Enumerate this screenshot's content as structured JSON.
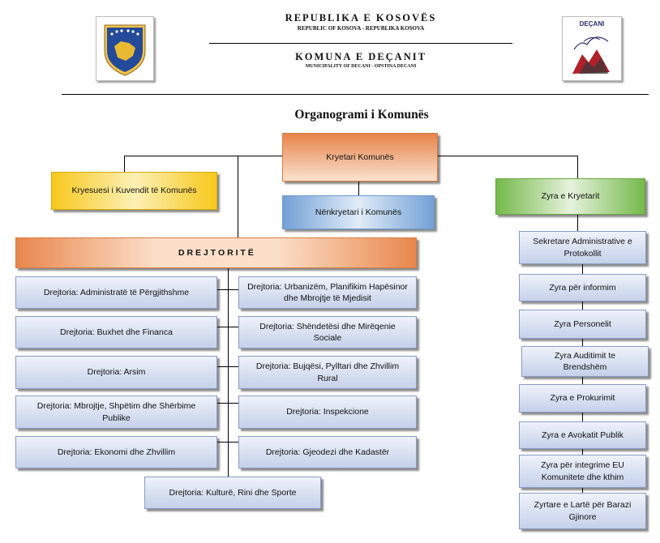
{
  "header": {
    "republic_title": "REPUBLIKA E KOSOVËS",
    "republic_subtitle": "REPUBLIC OF KOSOVA - REPUBLIKA KOSOVA",
    "municipality_title": "KOMUNA E DEÇANIT",
    "municipality_subtitle": "MUNICIPALITY OF DECANI - OPSTINA DECANI",
    "logo_text": "DEÇANI"
  },
  "chart_title": "Organogrami i Komunës",
  "nodes": {
    "kryetari": "Kryetari Komunës",
    "kryesuesi": "Kryesuesi i Kuvendit të Komunës",
    "nenkryetari": "Nënkryetari i Komunës",
    "zyra_kryetarit": "Zyra e Kryetarit",
    "drejtorite": "D R E J T O R I T Ë"
  },
  "directorates_left": [
    "Drejtoria: Administratë të Përgjithshme",
    "Drejtoria: Buxhet dhe Financa",
    "Drejtoria: Arsim",
    "Drejtoria:  Mbrojtje, Shpëtim dhe Shërbime Publike",
    "Drejtoria: Ekonomi dhe Zhvillim"
  ],
  "directorates_right": [
    "Drejtoria:  Urbanizëm, Planifikim Hapësinor dhe Mbrojtje të Mjedisit",
    "Drejtoria: Shëndetësi dhe Mirëqenie Sociale",
    "Drejtoria: Bujqësi, Pylltari dhe Zhvillim Rural",
    "Drejtoria: Inspekcione",
    "Drejtoria: Gjeodezi dhe Kadastër"
  ],
  "directorate_bottom": "Drejtoria: Kulturë, Rini dhe Sporte",
  "offices": [
    "Sekretare Administrative e Protokollit",
    "Zyra për informim",
    "Zyra  Personelit",
    "Zyra Auditimit te Brendshëm",
    "Zyra e Prokurimit",
    "Zyra e Avokatit  Publik",
    "Zyra  për  integrime  EU Komunitete dhe kthim",
    "Zyrtare e Lartë për Barazi Gjinore"
  ]
}
